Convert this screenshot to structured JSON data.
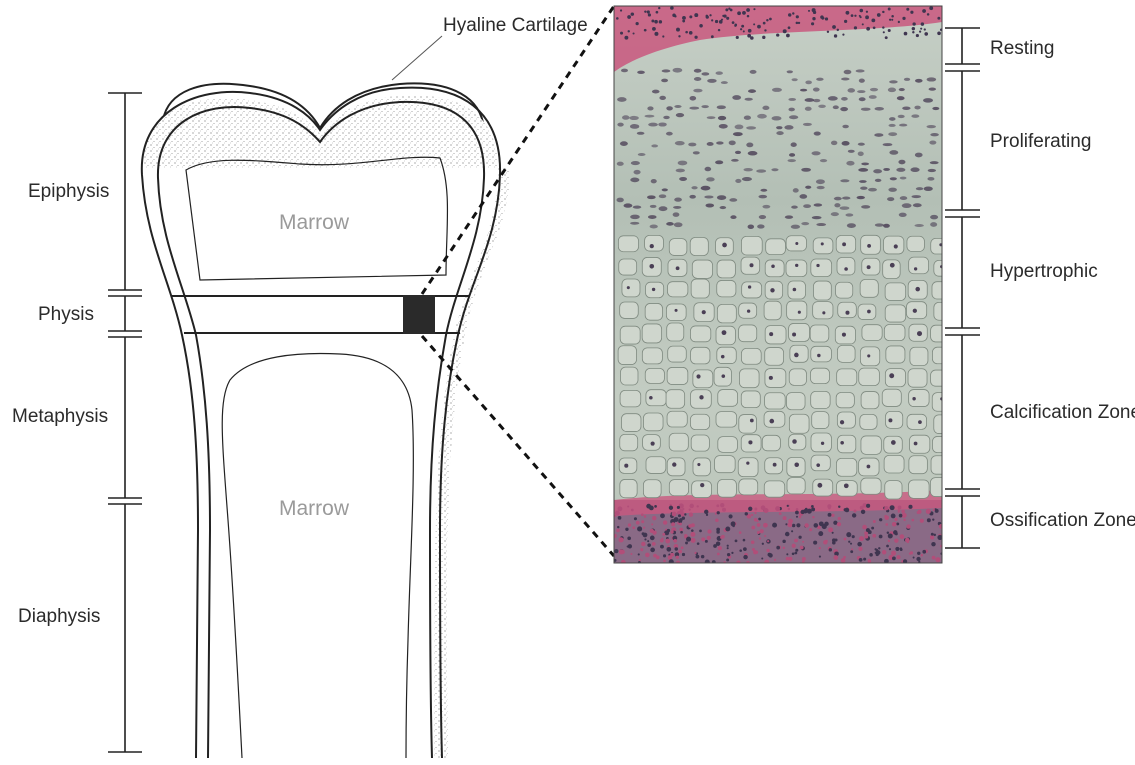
{
  "bone_labels": {
    "hyaline_cartilage": "Hyaline Cartilage",
    "epiphysis": "Epiphysis",
    "physis": "Physis",
    "metaphysis": "Metaphysis",
    "diaphysis": "Diaphysis",
    "marrow_upper": "Marrow",
    "marrow_lower": "Marrow"
  },
  "growth_plate_zones": [
    {
      "label": "Resting"
    },
    {
      "label": "Proliferating"
    },
    {
      "label": "Hypertrophic"
    },
    {
      "label": "Calcification Zone"
    },
    {
      "label": "Ossification Zone"
    }
  ],
  "colors": {
    "line": "#222222",
    "marrow_text": "#9a9a9a",
    "micrograph_cartilage": "#b7c2b9",
    "micrograph_stain_pink": "#c9577e",
    "micrograph_cell_dark": "#4a3f55"
  }
}
